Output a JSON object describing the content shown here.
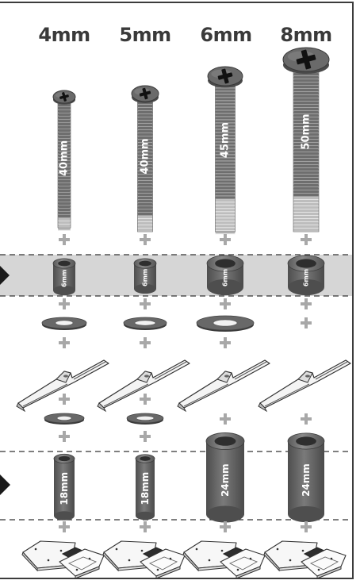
{
  "columns": [
    {
      "size": "4mm",
      "screw_label": "40mm",
      "spacer_label": "6mm",
      "tube_label": "18mm",
      "has_washer_top": true,
      "has_washer_bottom": true
    },
    {
      "size": "5mm",
      "screw_label": "40mm",
      "spacer_label": "6mm",
      "tube_label": "18mm",
      "has_washer_top": true,
      "has_washer_bottom": true
    },
    {
      "size": "6mm",
      "screw_label": "45mm",
      "spacer_label": "6mm",
      "tube_label": "24mm",
      "has_washer_top": true,
      "has_washer_bottom": false
    },
    {
      "size": "8mm",
      "screw_label": "50mm",
      "spacer_label": "6mm",
      "tube_label": "24mm",
      "has_washer_top": false,
      "has_washer_bottom": false
    }
  ],
  "colors": {
    "frame": "#3c3c3c",
    "band": "#d4d4d4",
    "screw_dark": "#6e6e6e",
    "screw_light": "#bdbdbd",
    "part": "#6a6a6a",
    "plus": "#a8a8a8",
    "arrow": "#1a1a1a"
  },
  "icons": {
    "plus": "plus-icon",
    "arrow": "row-pointer-arrow-icon"
  }
}
